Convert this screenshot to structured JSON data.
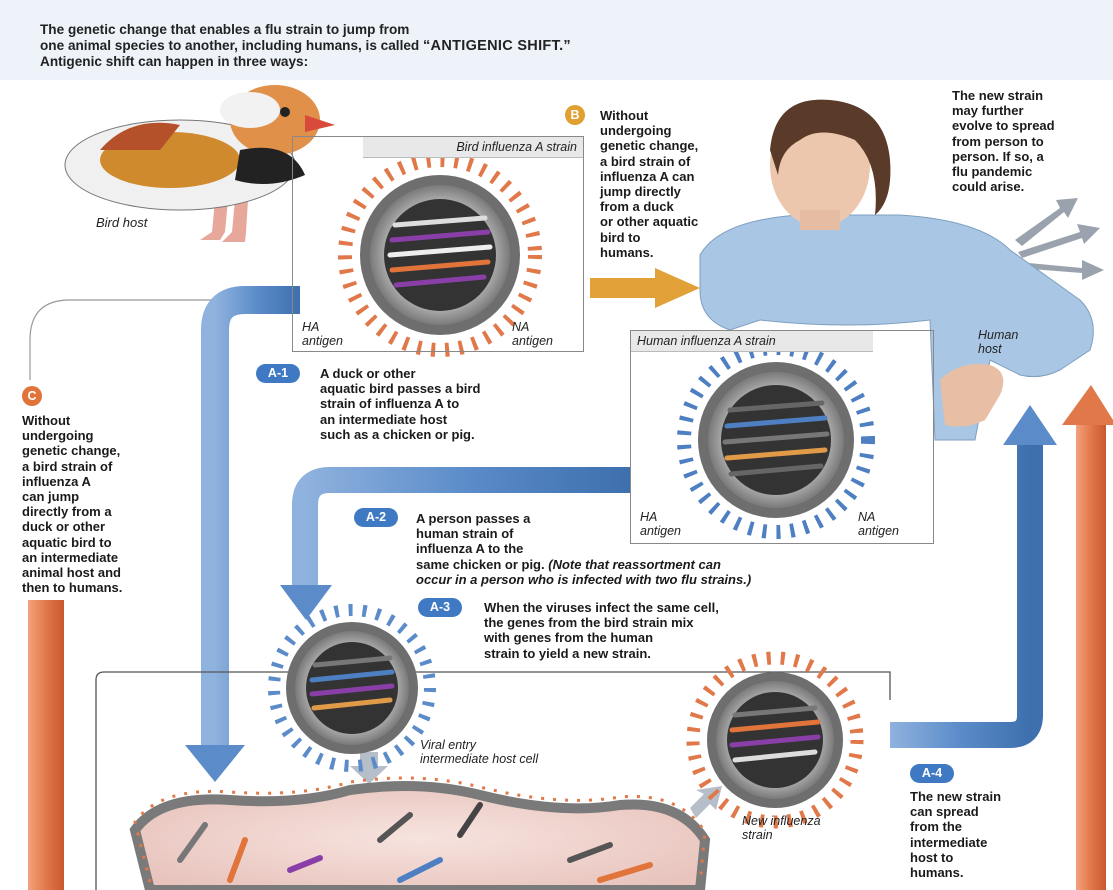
{
  "title": {
    "line1": "The genetic change that enables a flu strain to jump from",
    "line2a": "one animal species to another, including humans, is called ",
    "line2b": "“ANTIGENIC SHIFT.”",
    "line3": "Antigenic shift can happen in three ways:"
  },
  "bird_host_label": "Bird host",
  "human_host_label": [
    "Human",
    "host"
  ],
  "bird_strain_box": {
    "header": "Bird influenza A strain",
    "ha_label": [
      "HA",
      "antigen"
    ],
    "na_label": [
      "NA",
      "antigen"
    ]
  },
  "human_strain_box": {
    "header": "Human influenza A strain",
    "ha_label": [
      "HA",
      "antigen"
    ],
    "na_label": [
      "NA",
      "antigen"
    ]
  },
  "step_b": {
    "badge": "B",
    "lines": [
      "Without",
      "undergoing",
      "genetic change,",
      "a bird strain of",
      "influenza A can",
      "jump directly",
      "from a duck",
      "or other aquatic",
      "bird to",
      "humans."
    ]
  },
  "pandemic_note": {
    "lines": [
      "The new strain",
      "may further",
      "evolve to spread",
      "from person to",
      "person. If so, a",
      "flu pandemic",
      "could arise."
    ]
  },
  "step_c": {
    "badge": "C",
    "lines": [
      "Without",
      "undergoing",
      "genetic change,",
      "a bird strain of",
      "influenza A",
      "can jump",
      "directly from a",
      "duck or other",
      "aquatic bird to",
      "an intermediate",
      "animal host and",
      "then to humans."
    ]
  },
  "step_a1": {
    "badge": "A-1",
    "lines": [
      "A duck or other",
      "aquatic bird passes a bird",
      "strain of influenza A to",
      "an intermediate host",
      "such as a chicken or pig."
    ]
  },
  "step_a2": {
    "badge": "A-2",
    "lines": [
      "A person passes a",
      "human strain of",
      "influenza A to the",
      "same chicken or pig."
    ],
    "note": [
      "(Note that reassortment can",
      "occur in a person who is infected with two flu strains.)"
    ]
  },
  "step_a3": {
    "badge": "A-3",
    "lines": [
      "When the viruses infect the same cell,",
      "the genes from the bird strain mix",
      "with genes from the human",
      "strain to yield a new strain."
    ]
  },
  "step_a4": {
    "badge": "A-4",
    "lines": [
      "The new strain",
      "can spread",
      "from the",
      "intermediate",
      "host to",
      "humans."
    ]
  },
  "viral_entry_label": [
    "Viral entry",
    "intermediate host cell"
  ],
  "new_strain_label": [
    "New influenza",
    "strain"
  ],
  "colors": {
    "blue_arrow": "#5b8cc9",
    "orange_arrow": "#e0784a",
    "gold_arrow": "#e2a038",
    "grey_arrow": "#9aa3ad",
    "badge_blue": "#3f79c4"
  }
}
